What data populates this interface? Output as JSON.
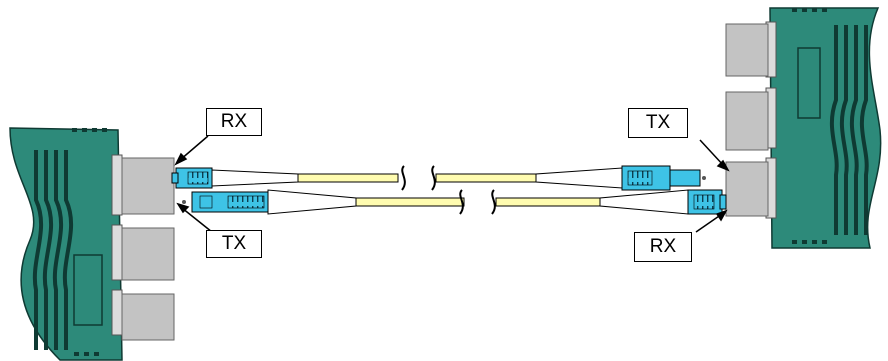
{
  "labels": {
    "left_rx": "RX",
    "left_tx": "TX",
    "right_tx": "TX",
    "right_rx": "RX"
  },
  "colors": {
    "device_body": "#2d8a7a",
    "device_dark": "#0f3a33",
    "port_gray": "#c3c3c3",
    "connector_blue": "#3ec3e6",
    "fiber_yellow": "#fffcb0",
    "outline": "#000000"
  }
}
